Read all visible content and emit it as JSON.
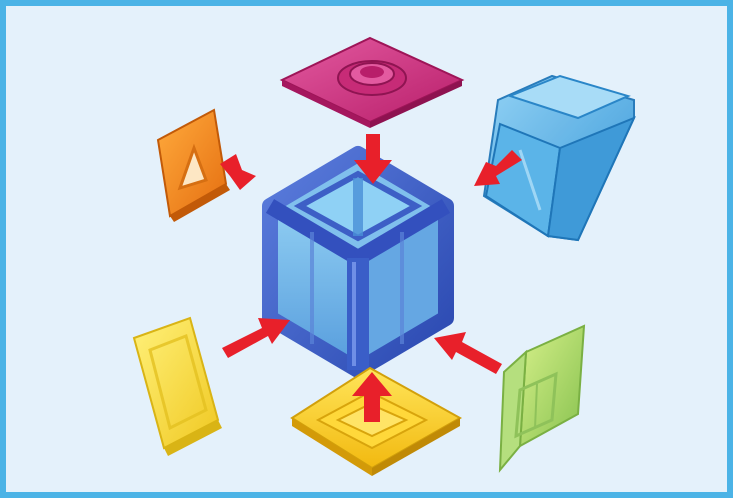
{
  "scene": {
    "frame_color": "#4bb3e6",
    "background_color": "#e4f1fb",
    "arrow_color": "#e8202a",
    "center_piece": {
      "name": "cube-frame",
      "color": "#3a5ec8"
    },
    "pieces": [
      {
        "name": "top-tile",
        "color": "#d4317f",
        "shape": "square-with-ring"
      },
      {
        "name": "left-tile",
        "color": "#f08a1c",
        "shape": "square-with-triangle-window"
      },
      {
        "name": "right-tile",
        "color": "#4aa8e0",
        "shape": "ramp"
      },
      {
        "name": "bottom-left-tile",
        "color": "#f2df3a",
        "shape": "square"
      },
      {
        "name": "bottom-tile",
        "color": "#f5d21e",
        "shape": "square-with-steps"
      },
      {
        "name": "bottom-right-tile",
        "color": "#a8d66a",
        "shape": "square-with-door"
      }
    ],
    "arrow_count": 6
  }
}
